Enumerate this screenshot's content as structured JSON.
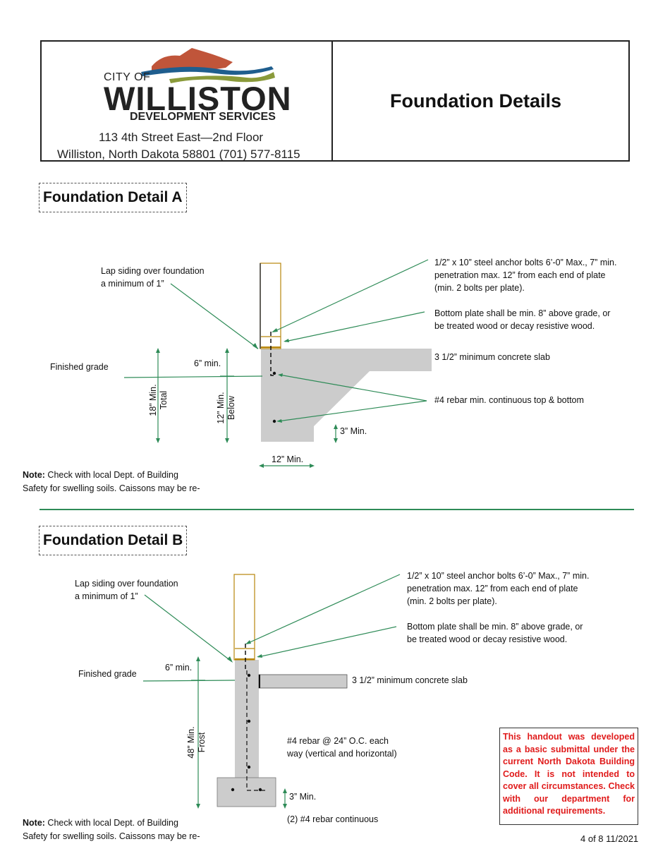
{
  "header": {
    "logo": {
      "city_of": "CITY OF",
      "name": "WILLISTON",
      "dept": "DEVELOPMENT SERVICES",
      "colors": {
        "hill": "#c0553a",
        "wave_blue": "#1f5e8e",
        "wave_green": "#8a9a3a"
      }
    },
    "address_line1": "113 4th Street East—2nd Floor",
    "address_line2": "Williston, North Dakota 58801 (701) 577-8115",
    "title": "Foundation Details"
  },
  "detail_a": {
    "title": "Foundation Detail A",
    "lap_siding": [
      "Lap siding over foundation",
      "a minimum of 1”"
    ],
    "anchor_bolts": [
      "1/2” x 10” steel anchor bolts 6’-0” Max., 7” min.",
      "penetration max. 12” from each end of plate",
      "(min. 2 bolts per plate)."
    ],
    "bottom_plate": [
      "Bottom plate shall be min. 8” above grade, or",
      "be treated wood or decay resistive wood."
    ],
    "slab": "3 1/2” minimum concrete slab",
    "rebar": "#4 rebar min. continuous top & bottom",
    "finished_grade": "Finished  grade",
    "six_min": "6” min.",
    "eighteen_min": [
      "18” Min.",
      "Total"
    ],
    "twelve_min_below": [
      "12” Min.",
      "Below"
    ],
    "three_min": "3” Min.",
    "twelve_min": "12” Min.",
    "note_label": "Note:",
    "note_text": " Check with local Dept. of Building",
    "note_line2": "Safety for swelling soils. Caissons may be re-"
  },
  "detail_b": {
    "title": "Foundation Detail B",
    "lap_siding": [
      "Lap siding over foundation",
      "a minimum of 1”"
    ],
    "anchor_bolts": [
      "1/2” x 10” steel anchor bolts 6’-0” Max., 7” min.",
      "penetration max. 12” from each end of plate",
      "(min. 2 bolts per plate)."
    ],
    "bottom_plate": [
      "Bottom plate shall be min. 8” above grade, or",
      "be treated wood or decay resistive wood."
    ],
    "slab": "3 1/2” minimum concrete slab",
    "finished_grade": "Finished  grade",
    "six_min": "6” min.",
    "frost": [
      "48” Min.",
      "Frost"
    ],
    "rebar": [
      "#4 rebar @ 24” O.C. each",
      "way (vertical and horizontal)"
    ],
    "three_min": "3” Min.",
    "rebar_continuous": "(2) #4 rebar continuous",
    "note_label": "Note:",
    "note_text": " Check with local Dept. of Building",
    "note_line2": "Safety for swelling soils. Caissons may be re-"
  },
  "disclaimer": "This handout was developed as a basic submittal under the current North Dakota Building Code. It is not intended to cover all circumstances. Check with our department for additional requirements.",
  "footer": {
    "page": "4 of 8  11/2021"
  },
  "colors": {
    "leader": "#2e8b57",
    "concrete": "#cccccc",
    "wood": "#b8860b",
    "disclaimer": "#e01b1b"
  }
}
